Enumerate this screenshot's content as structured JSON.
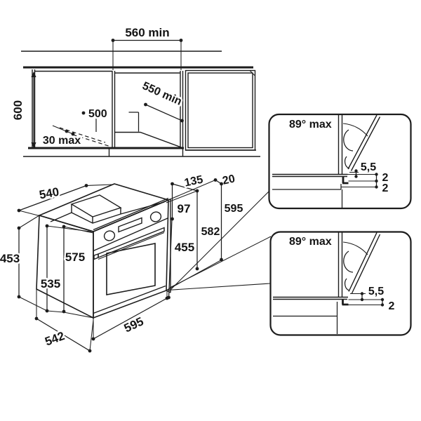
{
  "colors": {
    "line": "#1c1c1c",
    "background": "#ffffff"
  },
  "niche_diagram": {
    "cutout_width_label": "560 min",
    "niche_height_label": "600",
    "depth_label": "500",
    "min_depth_label": "550 min",
    "plinth_recess_label": "30 max"
  },
  "oven_diagram": {
    "top_depth_label": "540",
    "rear_offset_label": "135",
    "front_overlap_label": "20",
    "panel_height_label": "97",
    "total_height_label": "595",
    "body_height_label": "582",
    "door_height_label": "455",
    "body_side_height_label": "575",
    "inner_height_label": "453",
    "rear_height_label": "535",
    "width_label": "595",
    "body_depth_label": "542"
  },
  "hinge_detail_top": {
    "max_angle_label": "89° max",
    "door_gap_label": "5,5",
    "clearance_label_1": "2",
    "clearance_label_2": "2"
  },
  "hinge_detail_bottom": {
    "max_angle_label": "89° max",
    "door_gap_label": "5,5",
    "clearance_label": "2"
  }
}
